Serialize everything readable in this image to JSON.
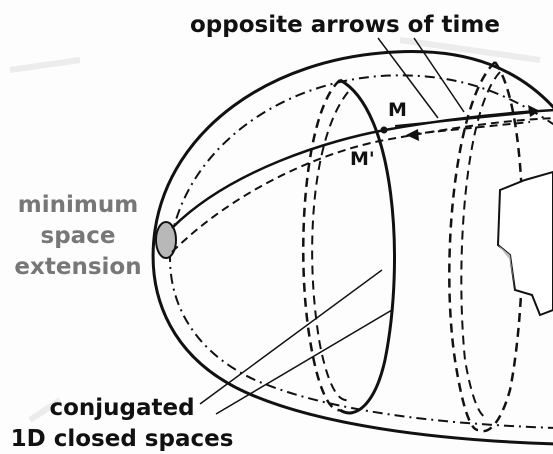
{
  "labels": {
    "top": "opposite arrows of time",
    "left_line1": "minimum",
    "left_line2": "space",
    "left_line3": "extension",
    "bottom_line1": "conjugated",
    "bottom_line2": "1D closed spaces",
    "point_m": "M",
    "point_m_prime": "M'"
  },
  "colors": {
    "ink": "#111111",
    "gray_label": "#777777",
    "background": "#fdfdfd"
  }
}
